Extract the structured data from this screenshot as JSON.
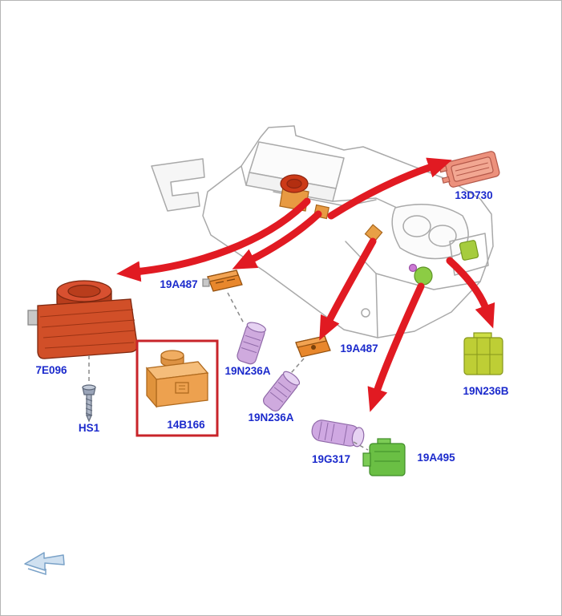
{
  "page": {
    "type": "exploded-parts-diagram",
    "subject": "Center console switch components",
    "selected_part": "14B166"
  },
  "colors": {
    "label_blue": "#1b2acc",
    "arrow_red": "#e11a22",
    "highlight_box_red": "#c8242a",
    "console_line_gray": "#a9a9a9",
    "orange_module": "#d14f28",
    "amber_module": "#eda14f",
    "lavender_cylinder": "#cfa8e2",
    "salmon_module": "#ec917c",
    "yellow_green_connector": "#bece35",
    "green_module": "#6abf44"
  },
  "icons": {
    "vehicle_direction_arrow": "front-of-vehicle-arrow-icon"
  },
  "labels": {
    "part_13d730": "13D730",
    "part_19a487_upper": "19A487",
    "part_19n236a_left": "19N236A",
    "part_7e096": "7E096",
    "part_hs1": "HS1",
    "part_14b166": "14B166",
    "part_19a487_right": "19A487",
    "part_19n236a_mid": "19N236A",
    "part_19n236b": "19N236B",
    "part_19g317": "19G317",
    "part_19a495": "19A495"
  }
}
